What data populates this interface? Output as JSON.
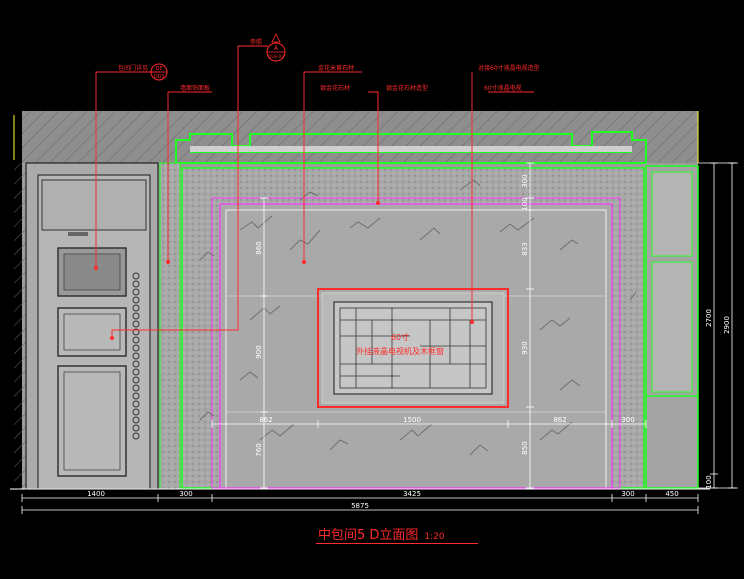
{
  "drawing": {
    "title": "中包间5 D立面图",
    "scale": "1:20"
  },
  "callouts": [
    {
      "id": "door",
      "text": "包间门详见",
      "ref_top": "DE",
      "ref_bottom": "D03"
    },
    {
      "id": "marble-left",
      "text": "墙面饰面板"
    },
    {
      "id": "section",
      "text": "参照",
      "ref_top": "A",
      "ref_bottom": "DL8-03"
    },
    {
      "id": "stone-top",
      "text": "金花米黄石材"
    },
    {
      "id": "stone-field",
      "text": "银金花石材"
    },
    {
      "id": "stone-field-2",
      "text": "银金花石材造型"
    },
    {
      "id": "tv-top",
      "text": "对接60寸液晶电视造型"
    },
    {
      "id": "tv-bot",
      "text": "60寸液晶电视"
    }
  ],
  "tv_label": {
    "line1": "60寸",
    "line2": "外挂液晶电视机及木框窗"
  },
  "dimensions": {
    "bottom_row": [
      "1400",
      "300",
      "3425",
      "300",
      "450"
    ],
    "bottom_total": "5875",
    "middle_row": [
      "862",
      "1500",
      "862",
      "300"
    ],
    "v_left": [
      "860",
      "900",
      "760"
    ],
    "v_right": [
      "300",
      "100",
      "833",
      "930",
      "850"
    ],
    "v_far_right": [
      "2700",
      "2900"
    ],
    "v_far_small": [
      "100"
    ]
  },
  "colors": {
    "background": "#000000",
    "wall_gray": "#9a9a9a",
    "green": "#22ff22",
    "red": "#ff2a2a",
    "magenta": "#ff33ff",
    "yellow": "#ffff33",
    "white": "#ffffff"
  }
}
